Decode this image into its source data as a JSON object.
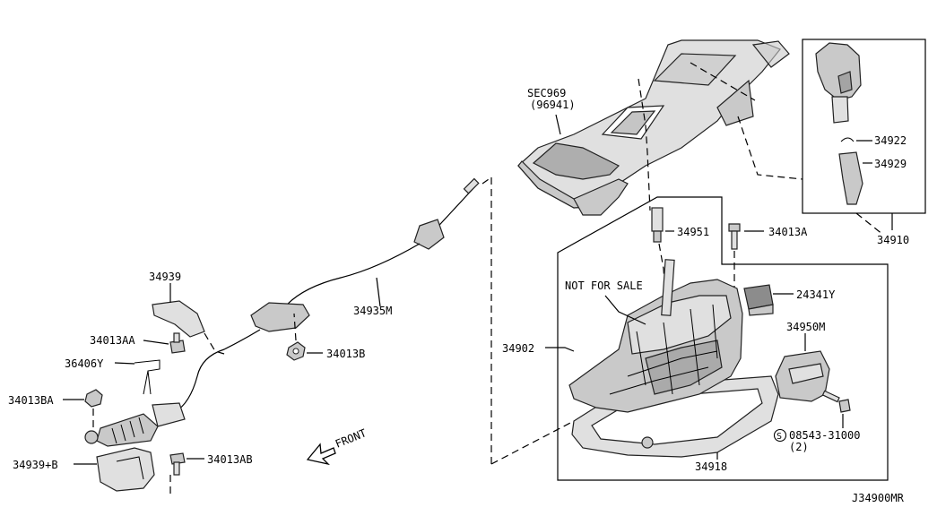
{
  "diagram_id": "J34900MR",
  "labels": {
    "sec969": "SEC969",
    "sec969_ref": "(96941)",
    "p34922": "34922",
    "p34929": "34929",
    "p34910": "34910",
    "p34951": "34951",
    "p34013A": "34013A",
    "not_for_sale": "NOT FOR SALE",
    "p24341Y": "24341Y",
    "p34902": "34902",
    "p34950M": "34950M",
    "p08543": "08543-31000",
    "p08543_qty": "(2)",
    "p08543_symbol": "S",
    "p34918": "34918",
    "p34939": "34939",
    "p34935M": "34935M",
    "p34013AA": "34013AA",
    "p34013B": "34013B",
    "p36406Y": "36406Y",
    "p34013BA": "34013BA",
    "p34939B": "34939+B",
    "p34013AB": "34013AB",
    "front": "FRONT"
  }
}
